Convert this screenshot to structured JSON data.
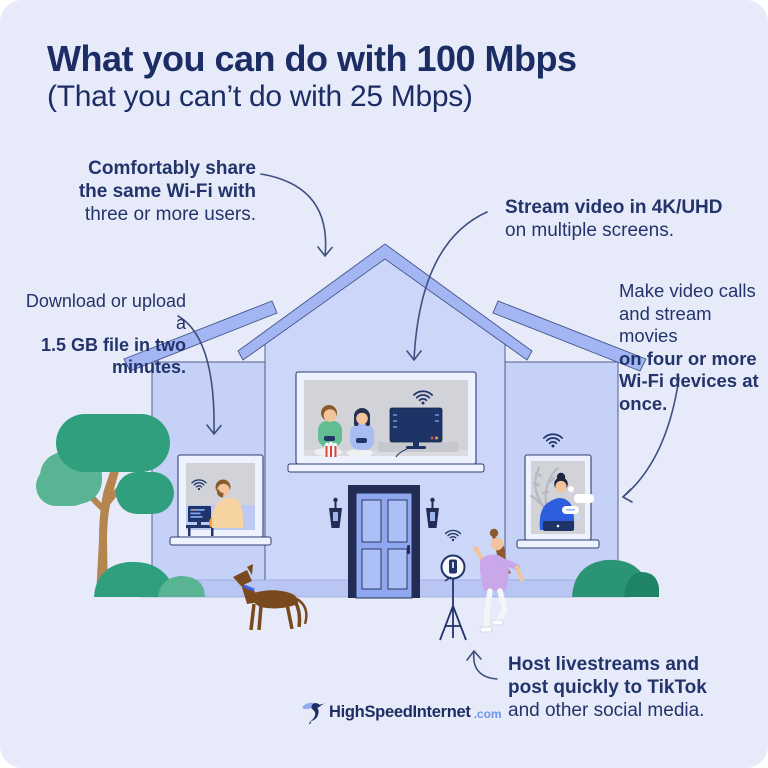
{
  "header": {
    "title": "What you can do with 100 Mbps",
    "subtitle": "(That you can’t do with 25 Mbps)"
  },
  "callouts": {
    "share_wifi": {
      "bold_line1": "Comfortably share",
      "bold_line2": "the same Wi-Fi with",
      "regular_line1": "three or more users."
    },
    "stream_4k": {
      "bold_line1": "Stream video in 4K/UHD",
      "regular_line1": "on multiple screens."
    },
    "video_calls": {
      "regular_line1": "Make video calls",
      "regular_line2": "and stream movies",
      "bold_line1": "on four or more",
      "bold_line2": "Wi-Fi devices at",
      "bold_line3": "once."
    },
    "download": {
      "regular_line1": "Download or upload a",
      "bold_line1": "1.5 GB file in two",
      "bold_line2": "minutes."
    },
    "livestream": {
      "bold_line1": "Host livestreams and",
      "bold_line2": "post quickly to TikTok",
      "regular_line1": "and other social media."
    }
  },
  "logo": {
    "brand": "HighSpeedInternet",
    "tld": ".com"
  },
  "colors": {
    "card_background": "#e7ebf9",
    "text_navy": "#1b2d64",
    "house_wall": "#ccd6f8",
    "wing_wall": "#c5d1f6",
    "roof_band": "#a3b5f2",
    "base_band": "#b9c5f2",
    "door_navy": "#222c55",
    "window_grey": "#d2d3d8",
    "tree_green": "#2f9f7e",
    "tree_green_light": "#58b493",
    "bush_green_dark": "#2a9474",
    "dog_brown": "#7a4a1f",
    "arrow_navy": "#3f4f80"
  }
}
